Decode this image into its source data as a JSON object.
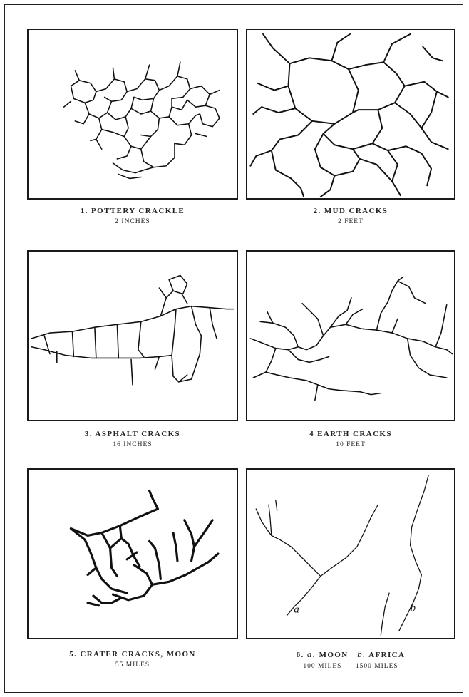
{
  "figures": [
    {
      "title": "1. POTTERY CRACKLE",
      "scale": "2 INCHES"
    },
    {
      "title": "2. MUD CRACKS",
      "scale": "2 FEET"
    },
    {
      "title": "3. ASPHALT CRACKS",
      "scale": "16 INCHES"
    },
    {
      "title": "4 EARTH CRACKS",
      "scale": "10 FEET"
    },
    {
      "title": "5. CRATER CRACKS, MOON",
      "scale": "55 MILES"
    },
    {
      "title_num": "6.",
      "title_a": "a.",
      "title_a_text": "MOON",
      "title_b": "b.",
      "title_b_text": "AFRICA",
      "scale_a": "100 MILES",
      "scale_b": "1500 MILES",
      "label_a": "a",
      "label_b": "b"
    }
  ]
}
